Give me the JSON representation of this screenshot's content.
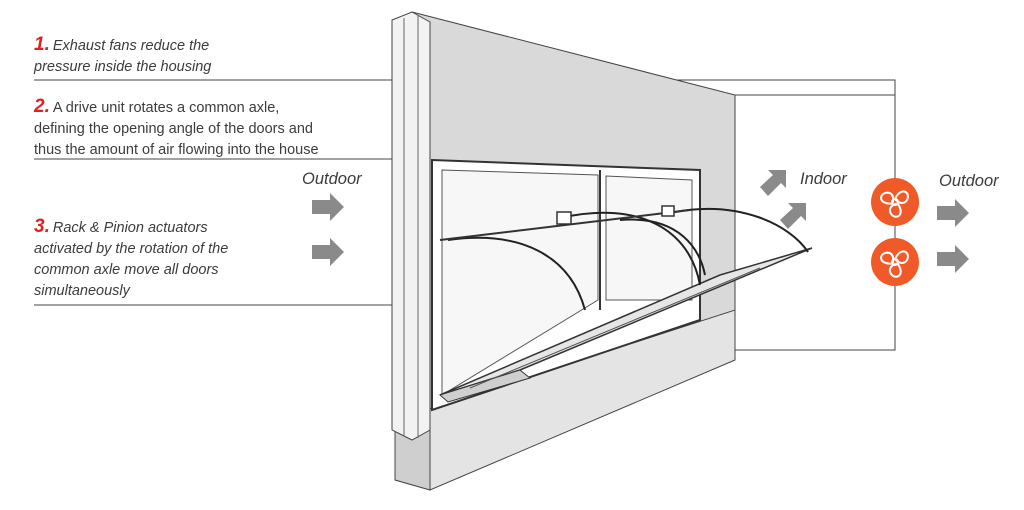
{
  "callouts": [
    {
      "number": "1.",
      "lines": [
        "Exhaust fans reduce the",
        "pressure inside the housing"
      ]
    },
    {
      "number": "2.",
      "lines": [
        "A drive unit rotates a common axle,",
        "defining the opening angle of the doors and",
        "thus the amount of air flowing into the house"
      ]
    },
    {
      "number": "3.",
      "lines": [
        "Rack & Pinion actuators",
        "activated by the rotation of the",
        "common axle move all doors",
        "simultaneously"
      ]
    }
  ],
  "labels": {
    "outdoor_left": "Outdoor",
    "indoor": "Indoor",
    "outdoor_right": "Outdoor"
  },
  "colors": {
    "accent_red": "#e02020",
    "fan_orange": "#f05a28",
    "arrow_gray": "#8a8a8a",
    "wall_gray": "#d9d9d9",
    "line": "#333333"
  }
}
